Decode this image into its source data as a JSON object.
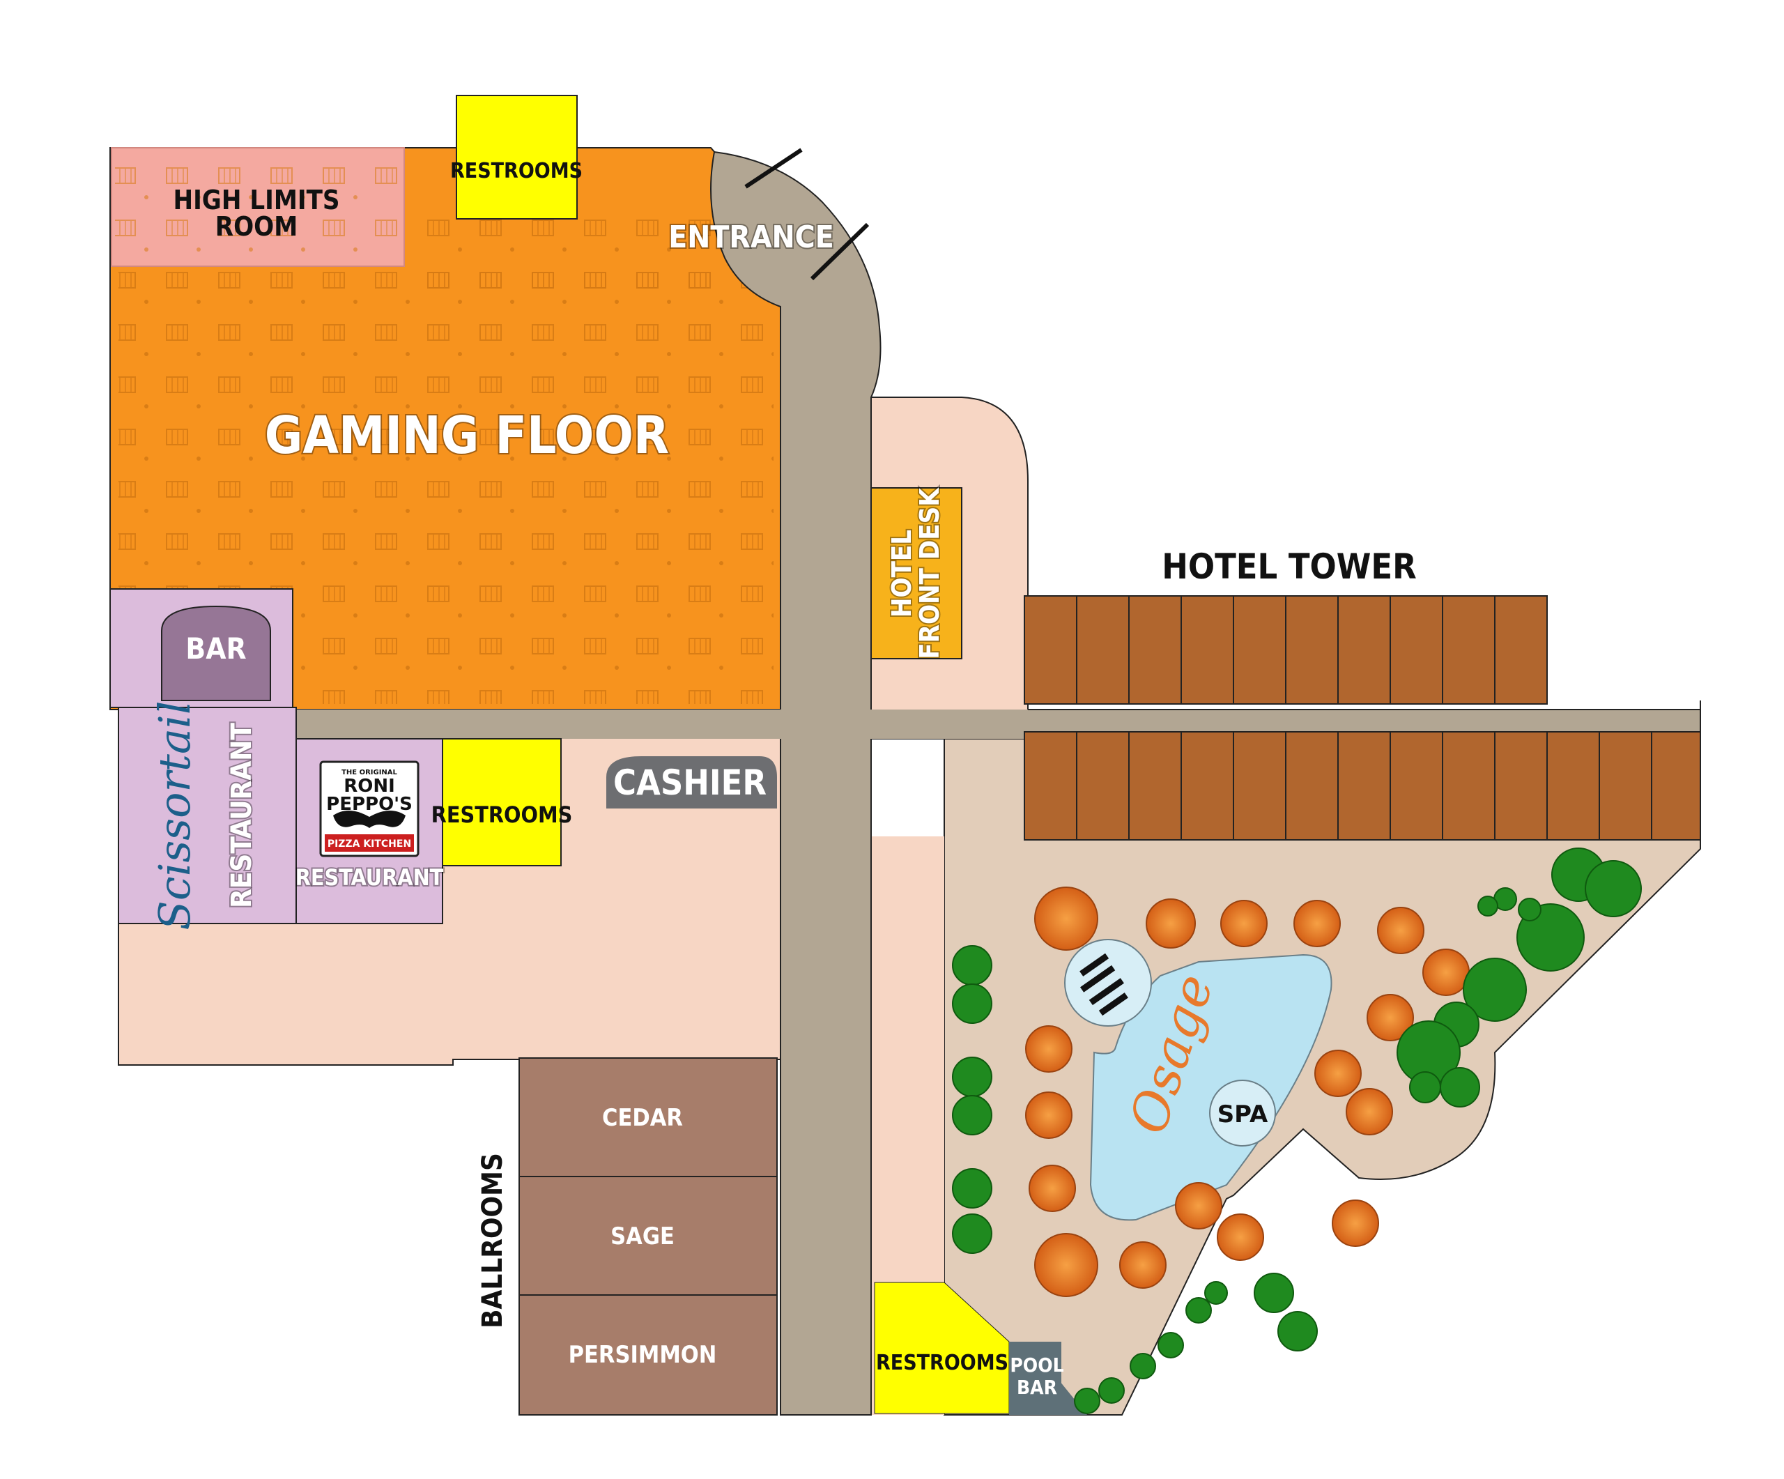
{
  "map": {
    "labels": {
      "high_limits_line1": "HIGH LIMITS",
      "high_limits_line2": "ROOM",
      "restrooms_top": "RESTROOMS",
      "entrance": "ENTRANCE",
      "gaming_floor": "GAMING FLOOR",
      "hotel_front_desk_line1": "HOTEL",
      "hotel_front_desk_line2": "FRONT DESK",
      "hotel_tower": "HOTEL TOWER",
      "bar": "BAR",
      "scissortail_logo": "Scissortail",
      "scissortail_restaurant": "RESTAURANT",
      "roni_small": "THE ORIGINAL",
      "roni_line1": "RONI",
      "roni_line2": "PEPPO'S",
      "roni_tagline": "PIZZA KITCHEN",
      "roni_restaurant": "RESTAURANT",
      "restrooms_mid": "RESTROOMS",
      "cashier": "CASHIER",
      "ballrooms": "BALLROOMS",
      "cedar": "CEDAR",
      "sage": "SAGE",
      "persimmon": "PERSIMMON",
      "restrooms_pool": "RESTROOMS",
      "pool_bar_line1": "POOL",
      "pool_bar_line2": "BAR",
      "spa": "SPA",
      "osage_logo": "Osage"
    },
    "colors": {
      "gaming_floor": "#f7931e",
      "high_limits": "#f4a9a0",
      "restrooms": "#ffff00",
      "walkway": "#b2a693",
      "lobby": "#f7d6c4",
      "hotel_front_desk": "#f7b21b",
      "tower_rooms": "#b1662e",
      "restaurant_area": "#dcbcdc",
      "bar": "#967696",
      "cashier": "#6d6e71",
      "ballrooms": "#a77d6a",
      "pool_deck": "#e2cdb9",
      "pool_water": "#b9e3f2",
      "pool_bar": "#5e7078",
      "trees": "#1f8a1f",
      "umbrellas": "#e8792b"
    }
  }
}
